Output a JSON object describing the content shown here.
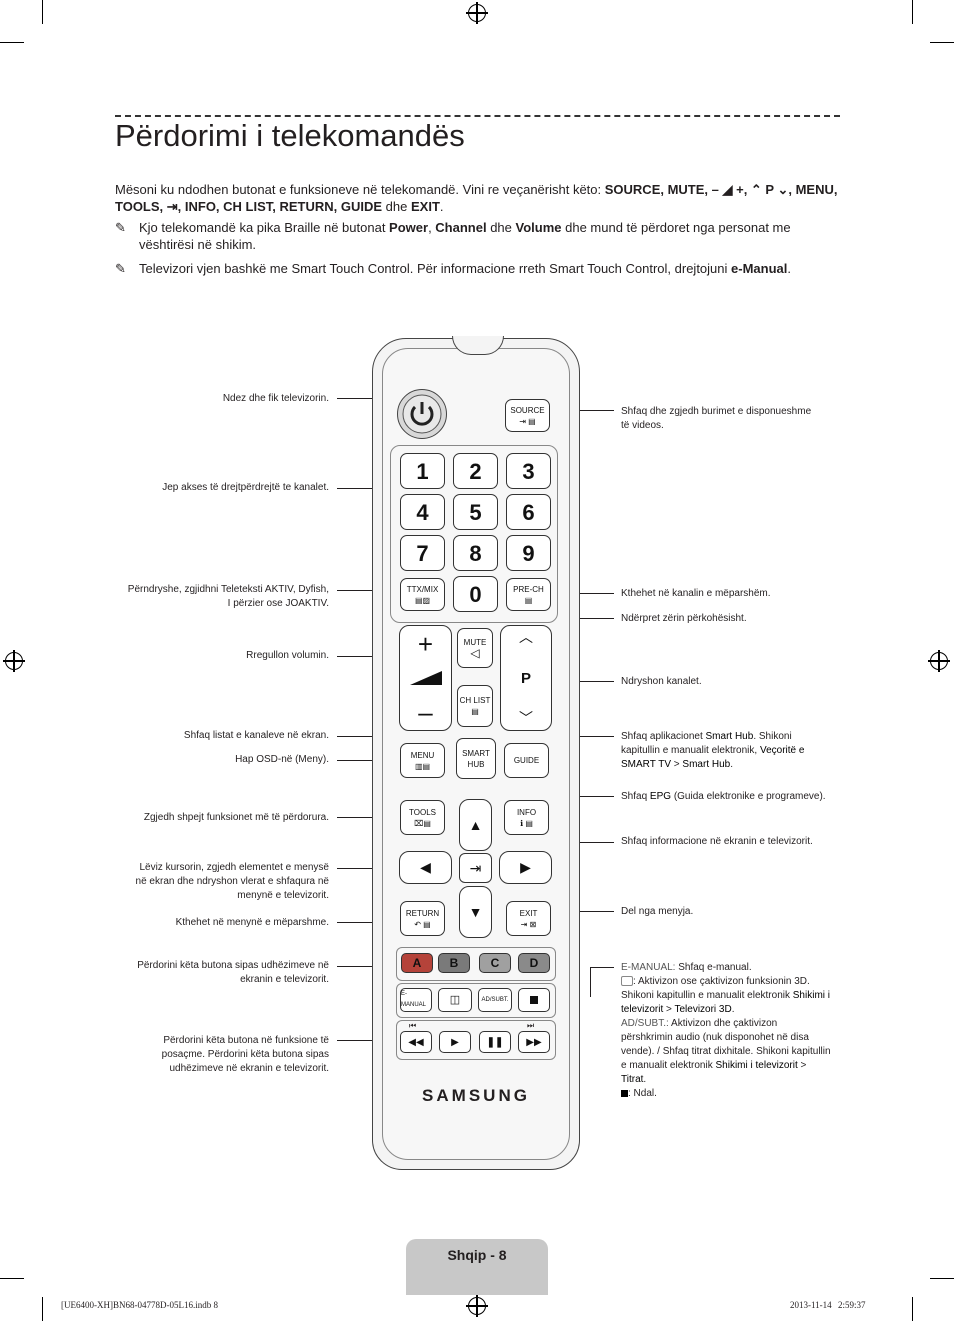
{
  "page": {
    "title": "Përdorimi i telekomandës",
    "intro_a": "Mësoni ku ndodhen butonat e funksioneve në telekomandë. Vini re veçanërisht këto: ",
    "intro_b": "SOURCE, MUTE, – ◢ +, ⌃ P ⌄, MENU, TOOLS, ⇥, INFO, CH LIST, RETURN, GUIDE",
    "intro_c": " dhe ",
    "intro_d": "EXIT",
    "intro_e": ".",
    "note1_a": "Kjo telekomandë ka pika Braille në butonat ",
    "note1_b": "Power",
    "note1_c": ", ",
    "note1_d": "Channel",
    "note1_e": " dhe ",
    "note1_f": "Volume",
    "note1_g": " dhe mund të përdoret nga personat me vështirësi në shikim.",
    "note2_a": "Televizori vjen bashkë me Smart Touch Control. Për informacione rreth Smart Touch Control, drejtojuni ",
    "note2_b": "e-Manual",
    "note2_c": ".",
    "pen_icon": "✎"
  },
  "left_captions": {
    "power": "Ndez dhe fik televizorin.",
    "numbers": "Jep akses të drejtpërdrejtë te kanalet.",
    "ttx_1": "Përndryshe, zgjidhni Teleteksti AKTIV, Dyfish,",
    "ttx_2": "I përzier ose JOAKTIV.",
    "volume": "Rregullon volumin.",
    "chlist": "Shfaq listat e kanaleve në ekran.",
    "menu": "Hap OSD-në (Meny).",
    "tools": "Zgjedh shpejt funksionet më të përdorura.",
    "nav_1": "Lëviz kursorin, zgjedh elementet e menysë",
    "nav_2": "në ekran dhe ndryshon vlerat e shfaqura në",
    "nav_3": "menynë e televizorit.",
    "return": "Kthehet në menynë e mëparshme.",
    "colors_1": "Përdorini këta butona sipas udhëzimeve në",
    "colors_2": "ekranin e televizorit.",
    "media_1": "Përdorini këta butona në funksione të",
    "media_2": "posaçme. Përdorini këta butona sipas",
    "media_3": "udhëzimeve në ekranin e televizorit."
  },
  "right_captions": {
    "source_1": "Shfaq dhe zgjedh burimet e disponueshme",
    "source_2": "të videos.",
    "prech": "Kthehet në kanalin e mëparshëm.",
    "mute": "Ndërpret zërin përkohësisht.",
    "channel": "Ndryshon kanalet.",
    "smarthub_a": "Shfaq aplikacionet ",
    "smarthub_b": "Smart Hub",
    "smarthub_c": ". Shikoni kapitullin e manualit elektronik, ",
    "smarthub_d": "Veçoritë e SMART TV",
    "smarthub_e": " > ",
    "smarthub_f": "Smart Hub",
    "smarthub_g": ".",
    "guide_a": "Shfaq ",
    "guide_b": "EPG",
    "guide_c": " (Guida elektronike e programeve).",
    "info": "Shfaq informacione në ekranin e televizorit.",
    "exit": "Del nga menyja.",
    "emanual_a": "E-MANUAL:",
    "emanual_b": " Shfaq e-manual.",
    "threed_a": ": Aktivizon ose çaktivizon funksionin 3D. Shikoni kapitullin e manualit elektronik ",
    "threed_b": "Shikimi i televizorit",
    "threed_c": " > ",
    "threed_d": "Televizori 3D",
    "threed_e": ".",
    "adsubt_a": "AD/SUBT.:",
    "adsubt_b": " Aktivizon dhe çaktivizon përshkrimin audio (nuk disponohet në disa vende). / Shfaq titrat dixhitale. Shikoni kapitullin e manualit elektronik ",
    "adsubt_c": "Shikimi i televizorit",
    "adsubt_d": " > ",
    "adsubt_e": "Titrat",
    "adsubt_f": ".",
    "stop": ": Ndal."
  },
  "remote": {
    "source": "SOURCE",
    "digits": [
      "1",
      "2",
      "3",
      "4",
      "5",
      "6",
      "7",
      "8",
      "9",
      "0"
    ],
    "ttx": "TTX/MIX",
    "prech": "PRE-CH",
    "mute": "MUTE",
    "chlist": "CH LIST",
    "p": "P",
    "menu": "MENU",
    "smart_1": "SMART",
    "smart_2": "HUB",
    "guide": "GUIDE",
    "tools": "TOOLS",
    "info": "INFO",
    "return": "RETURN",
    "exit": "EXIT",
    "colors": [
      "A",
      "B",
      "C",
      "D"
    ],
    "color_hex": [
      "#b5433a",
      "#7a7a7a",
      "#a0a0a0",
      "#8a8a8a"
    ],
    "emanual": "E-MANUAL",
    "adsubt": "AD/SUBT.",
    "brand": "SAMSUNG",
    "plus": "+",
    "minus": "–"
  },
  "footer": {
    "page_label": "Shqip - 8",
    "slug_left": "[UE6400-XH]BN68-04778D-05L16.indb   8",
    "slug_right": "2013-11-14     2:59:37"
  }
}
